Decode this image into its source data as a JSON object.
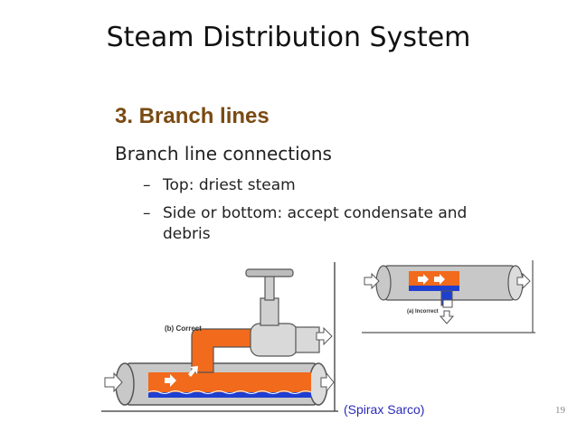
{
  "slide": {
    "title": "Steam Distribution System",
    "section_heading": "3. Branch lines",
    "body_text": "Branch line connections",
    "bullets": [
      {
        "dash": "–",
        "line1": "Top: driest steam",
        "line2": ""
      },
      {
        "dash": "–",
        "line1": "Side or bottom: accept condensate and",
        "line2": "debris"
      }
    ],
    "diagram_correct_label": "(b) Correct",
    "diagram_incorrect_label": "(a) Incorrect",
    "credit": "(Spirax Sarco)",
    "page_number": "19"
  },
  "colors": {
    "heading": "#7a4a12",
    "steam": "#f26a1b",
    "condensate": "#1f3fd0",
    "pipe": "#bfbfbf",
    "credit_text": "#2a2ab8"
  }
}
